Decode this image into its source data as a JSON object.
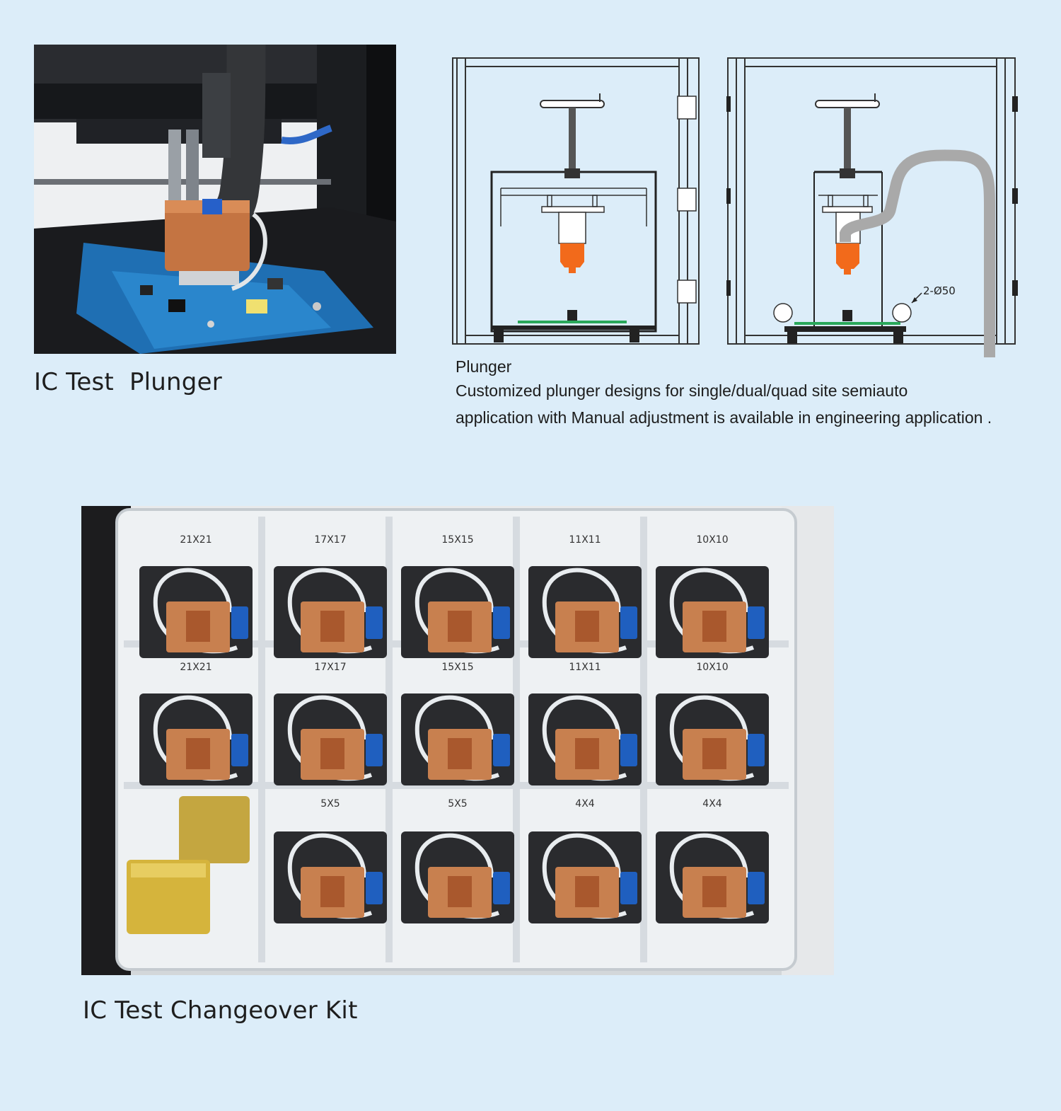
{
  "captions": {
    "plunger_left_a": "IC Test",
    "plunger_left_b": "Plunger",
    "plunger_title": "Plunger",
    "plunger_desc_line1": "Customized plunger designs for single/dual/quad site semiauto",
    "plunger_desc_line2": "application with Manual adjustment is available in engineering application .",
    "kit": "IC Test Changeover Kit"
  },
  "drawing": {
    "hole_label": "2-Ø50"
  },
  "kit_labels": {
    "row1": [
      "21X21",
      "17X17",
      "15X15",
      "11X11",
      "10X10"
    ],
    "row2": [
      "21X21",
      "17X17",
      "15X15",
      "11X11",
      "10X10"
    ],
    "row3": [
      "5X5",
      "5X5",
      "4X4",
      "4X4"
    ]
  },
  "colors": {
    "background": "#dcedf9",
    "copper": "#c8804f",
    "connector_blue": "#1f5fbf",
    "plunger_orange": "#f26a1b",
    "pcb_green": "#2aa85a"
  }
}
